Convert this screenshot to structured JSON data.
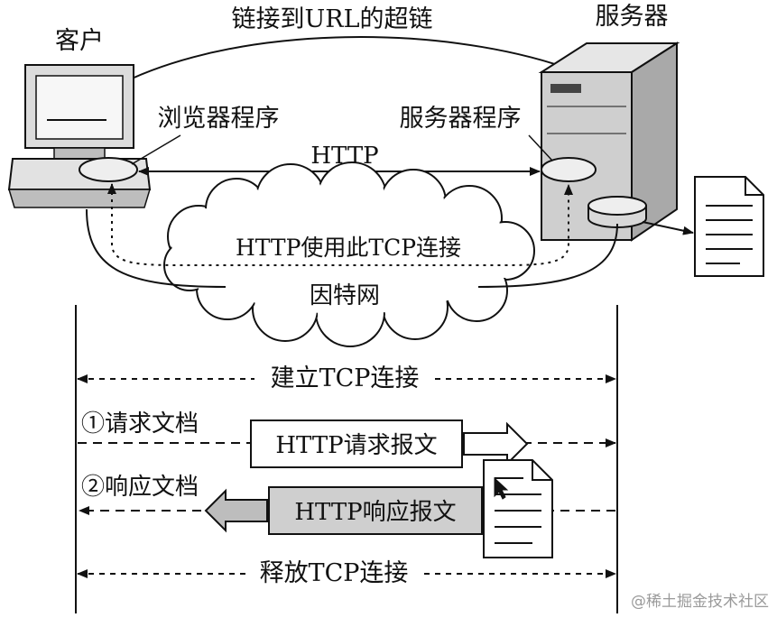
{
  "title_link": "链接到URL的超链",
  "client_label": "客户",
  "server_label": "服务器",
  "browser_label": "浏览器程序",
  "server_program_label": "服务器程序",
  "http_label": "HTTP",
  "tcp_use_label": "HTTP使用此TCP连接",
  "internet_label": "因特网",
  "steps": {
    "establish": "建立TCP连接",
    "request_doc": "①请求文档",
    "request_msg": "HTTP请求报文",
    "response_doc": "②响应文档",
    "response_msg": "HTTP响应报文",
    "release": "释放TCP连接"
  },
  "watermark": "@稀土掘金技术社区",
  "colors": {
    "line": "#111111",
    "computer_fill": "#d9d9d9",
    "server_fill": "#c8c8c8",
    "response_box_fill": "#cfcfcf"
  }
}
